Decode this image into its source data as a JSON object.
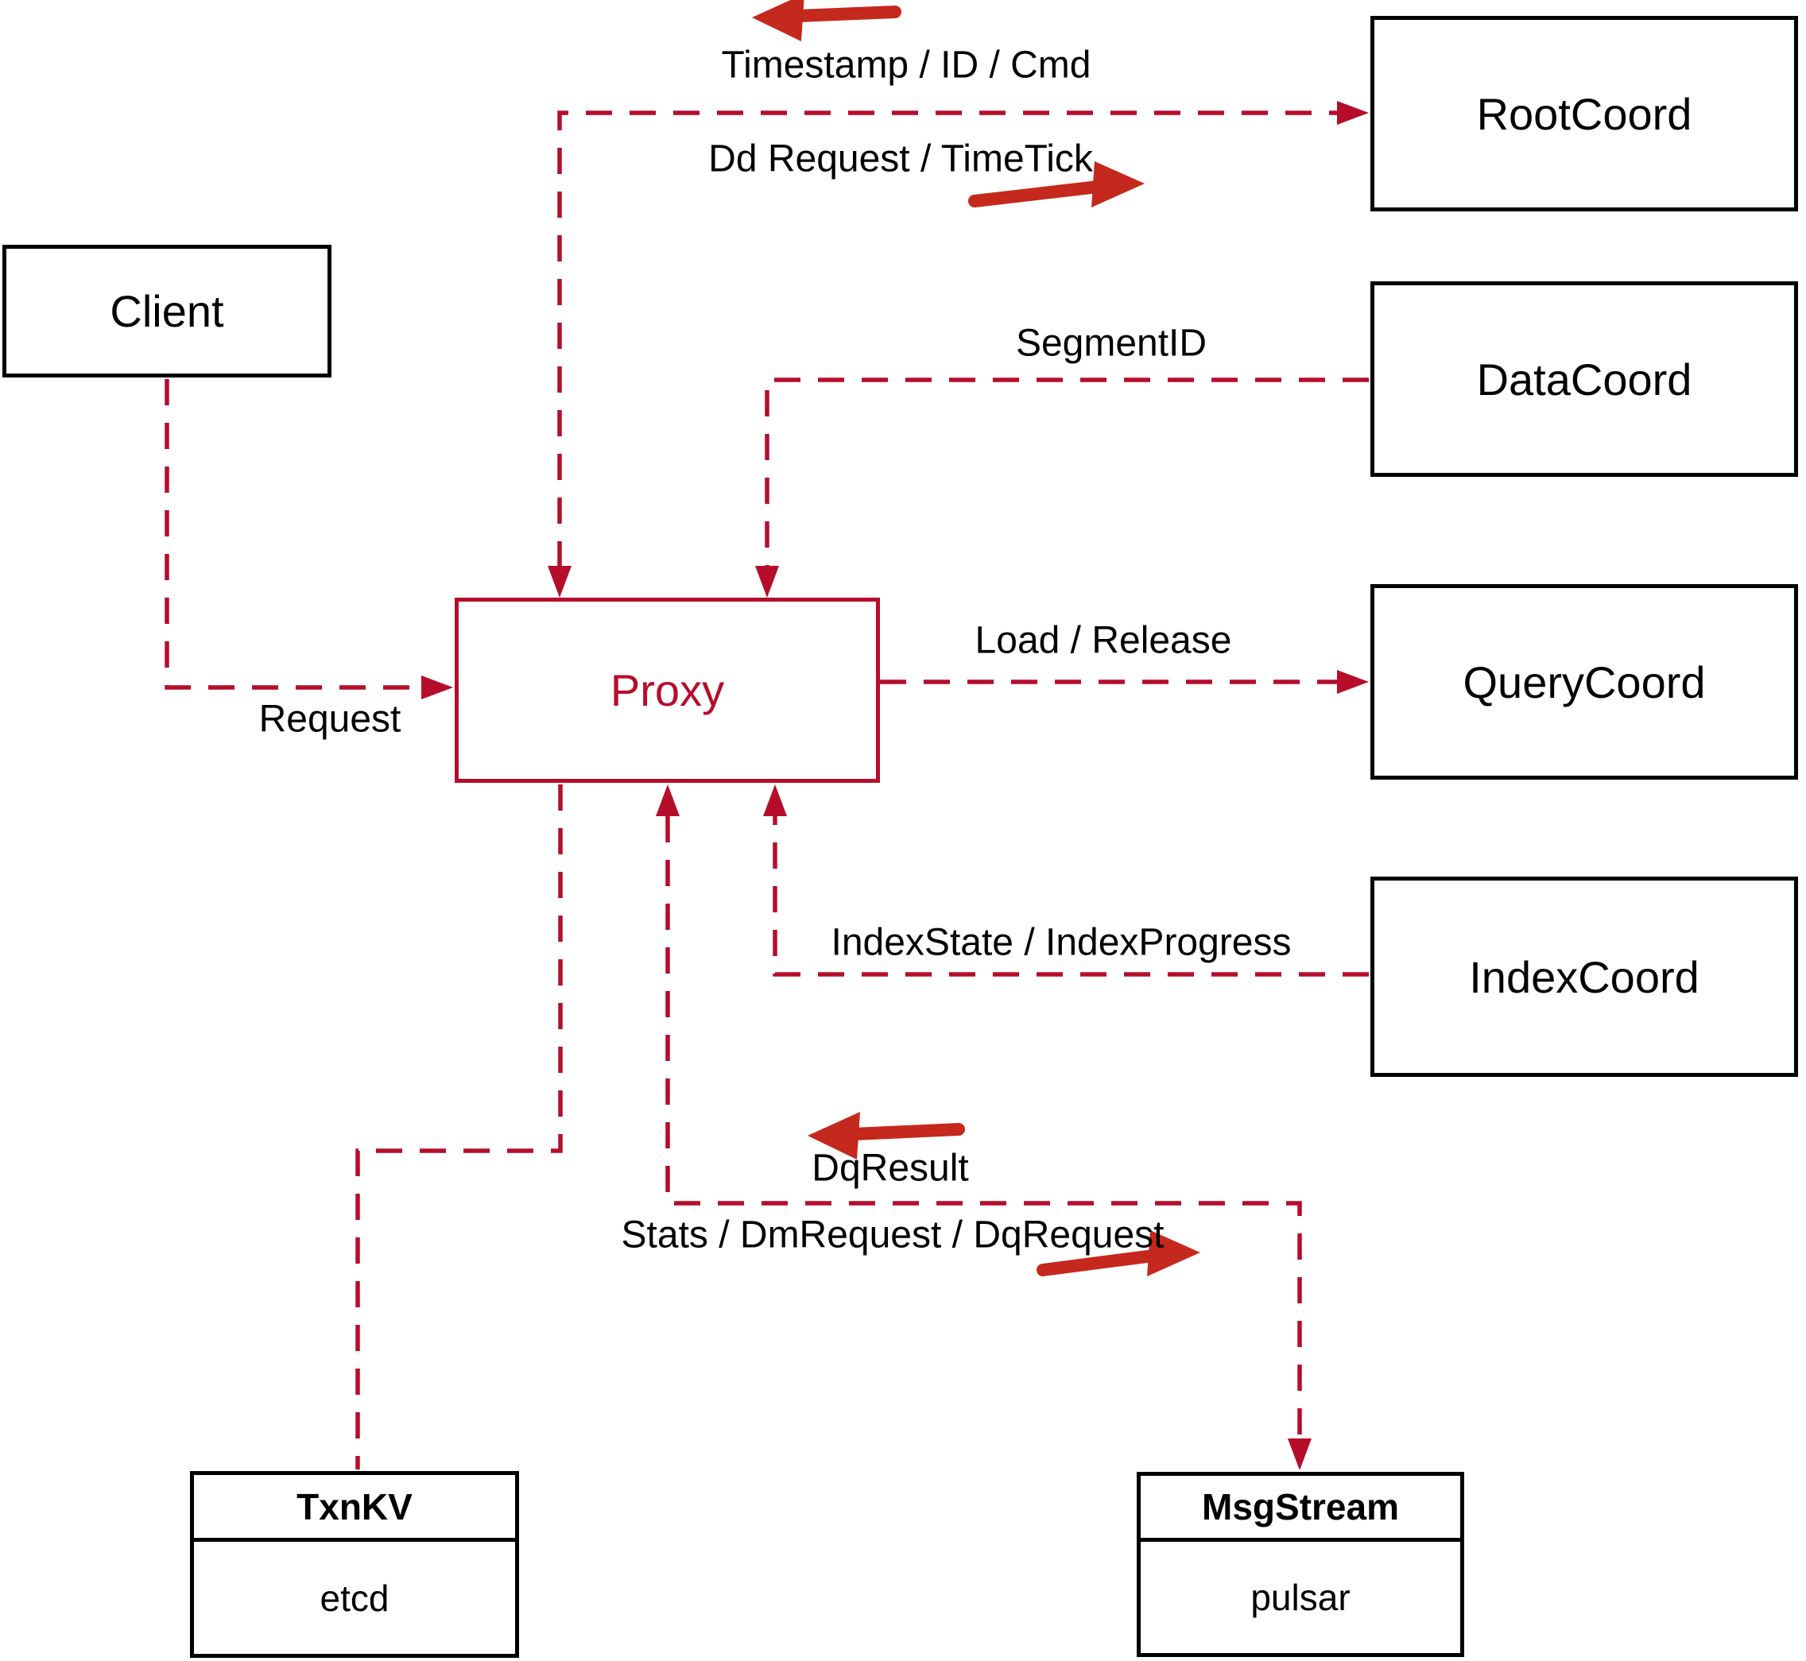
{
  "diagram": {
    "title": "proxy-coordinator-architecture",
    "nodes": {
      "client": {
        "label": "Client"
      },
      "proxy": {
        "label": "Proxy"
      },
      "root_coord": {
        "label": "RootCoord"
      },
      "data_coord": {
        "label": "DataCoord"
      },
      "query_coord": {
        "label": "QueryCoord"
      },
      "index_coord": {
        "label": "IndexCoord"
      },
      "txn_kv": {
        "title": "TxnKV",
        "subtitle": "etcd"
      },
      "msg_stream": {
        "title": "MsgStream",
        "subtitle": "pulsar"
      }
    },
    "edge_labels": {
      "timestamp_id_cmd": "Timestamp / ID / Cmd",
      "dd_request_timetick": "Dd Request / TimeTick",
      "segment_id": "SegmentID",
      "load_release": "Load / Release",
      "request": "Request",
      "index_state": "IndexState / IndexProgress",
      "dq_result": "DqResult",
      "stats_dm_dq": "Stats / DmRequest / DqRequest"
    },
    "colors": {
      "dash": "#b60d2b",
      "arrow": "#c5281c",
      "proxy": "#b60d2b",
      "box_border": "#000000",
      "text": "#000000",
      "background": "#ffffff"
    }
  }
}
